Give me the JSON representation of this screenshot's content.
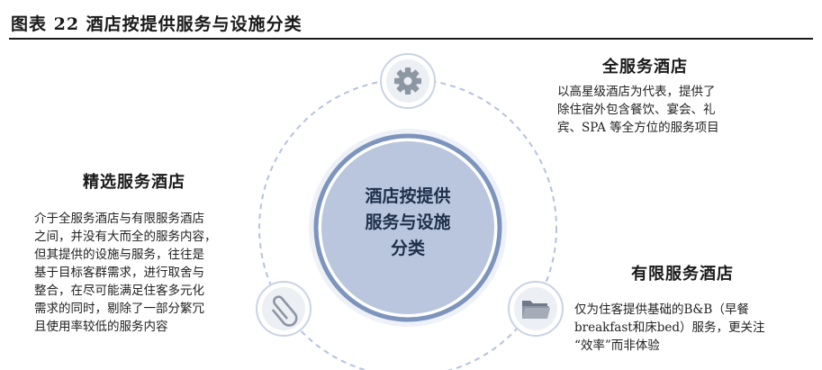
{
  "figure": {
    "title": "图表 22  酒店按提供服务与设施分类"
  },
  "center": {
    "lines": [
      "酒店按提供",
      "服务与设施",
      "分类"
    ]
  },
  "categories": {
    "full_service": {
      "title": "全服务酒店",
      "desc_lines": [
        "以高星级酒店为代表，提供了",
        "除住宿外包含餐饮、宴会、礼",
        "宾、SPA 等全方位的服务项目"
      ],
      "icon": "gear-icon"
    },
    "select_service": {
      "title": "精选服务酒店",
      "desc_lines": [
        "介于全服务酒店与有限服务酒店",
        "之间，并没有大而全的服务内容，",
        "但其提供的设施与服务，往往是",
        "基于目标客群需求，进行取舍与",
        "整合，在尽可能满足住客多元化",
        "需求的同时，剔除了一部分繁冗",
        "且使用率较低的服务内容"
      ],
      "icon": "paperclip-icon"
    },
    "limited_service": {
      "title": "有限服务酒店",
      "desc_lines": [
        "仅为住客提供基础的B&B（早餐",
        "breakfast和床bed）服务，更关注",
        "“效率”而非体验"
      ],
      "icon": "folder-icon"
    }
  },
  "colors": {
    "outer_circle": "#b4c3dc",
    "center_fill": "#b9c6dd",
    "center_ring": "#7d94bd",
    "icon_color": "#8d96a3"
  }
}
